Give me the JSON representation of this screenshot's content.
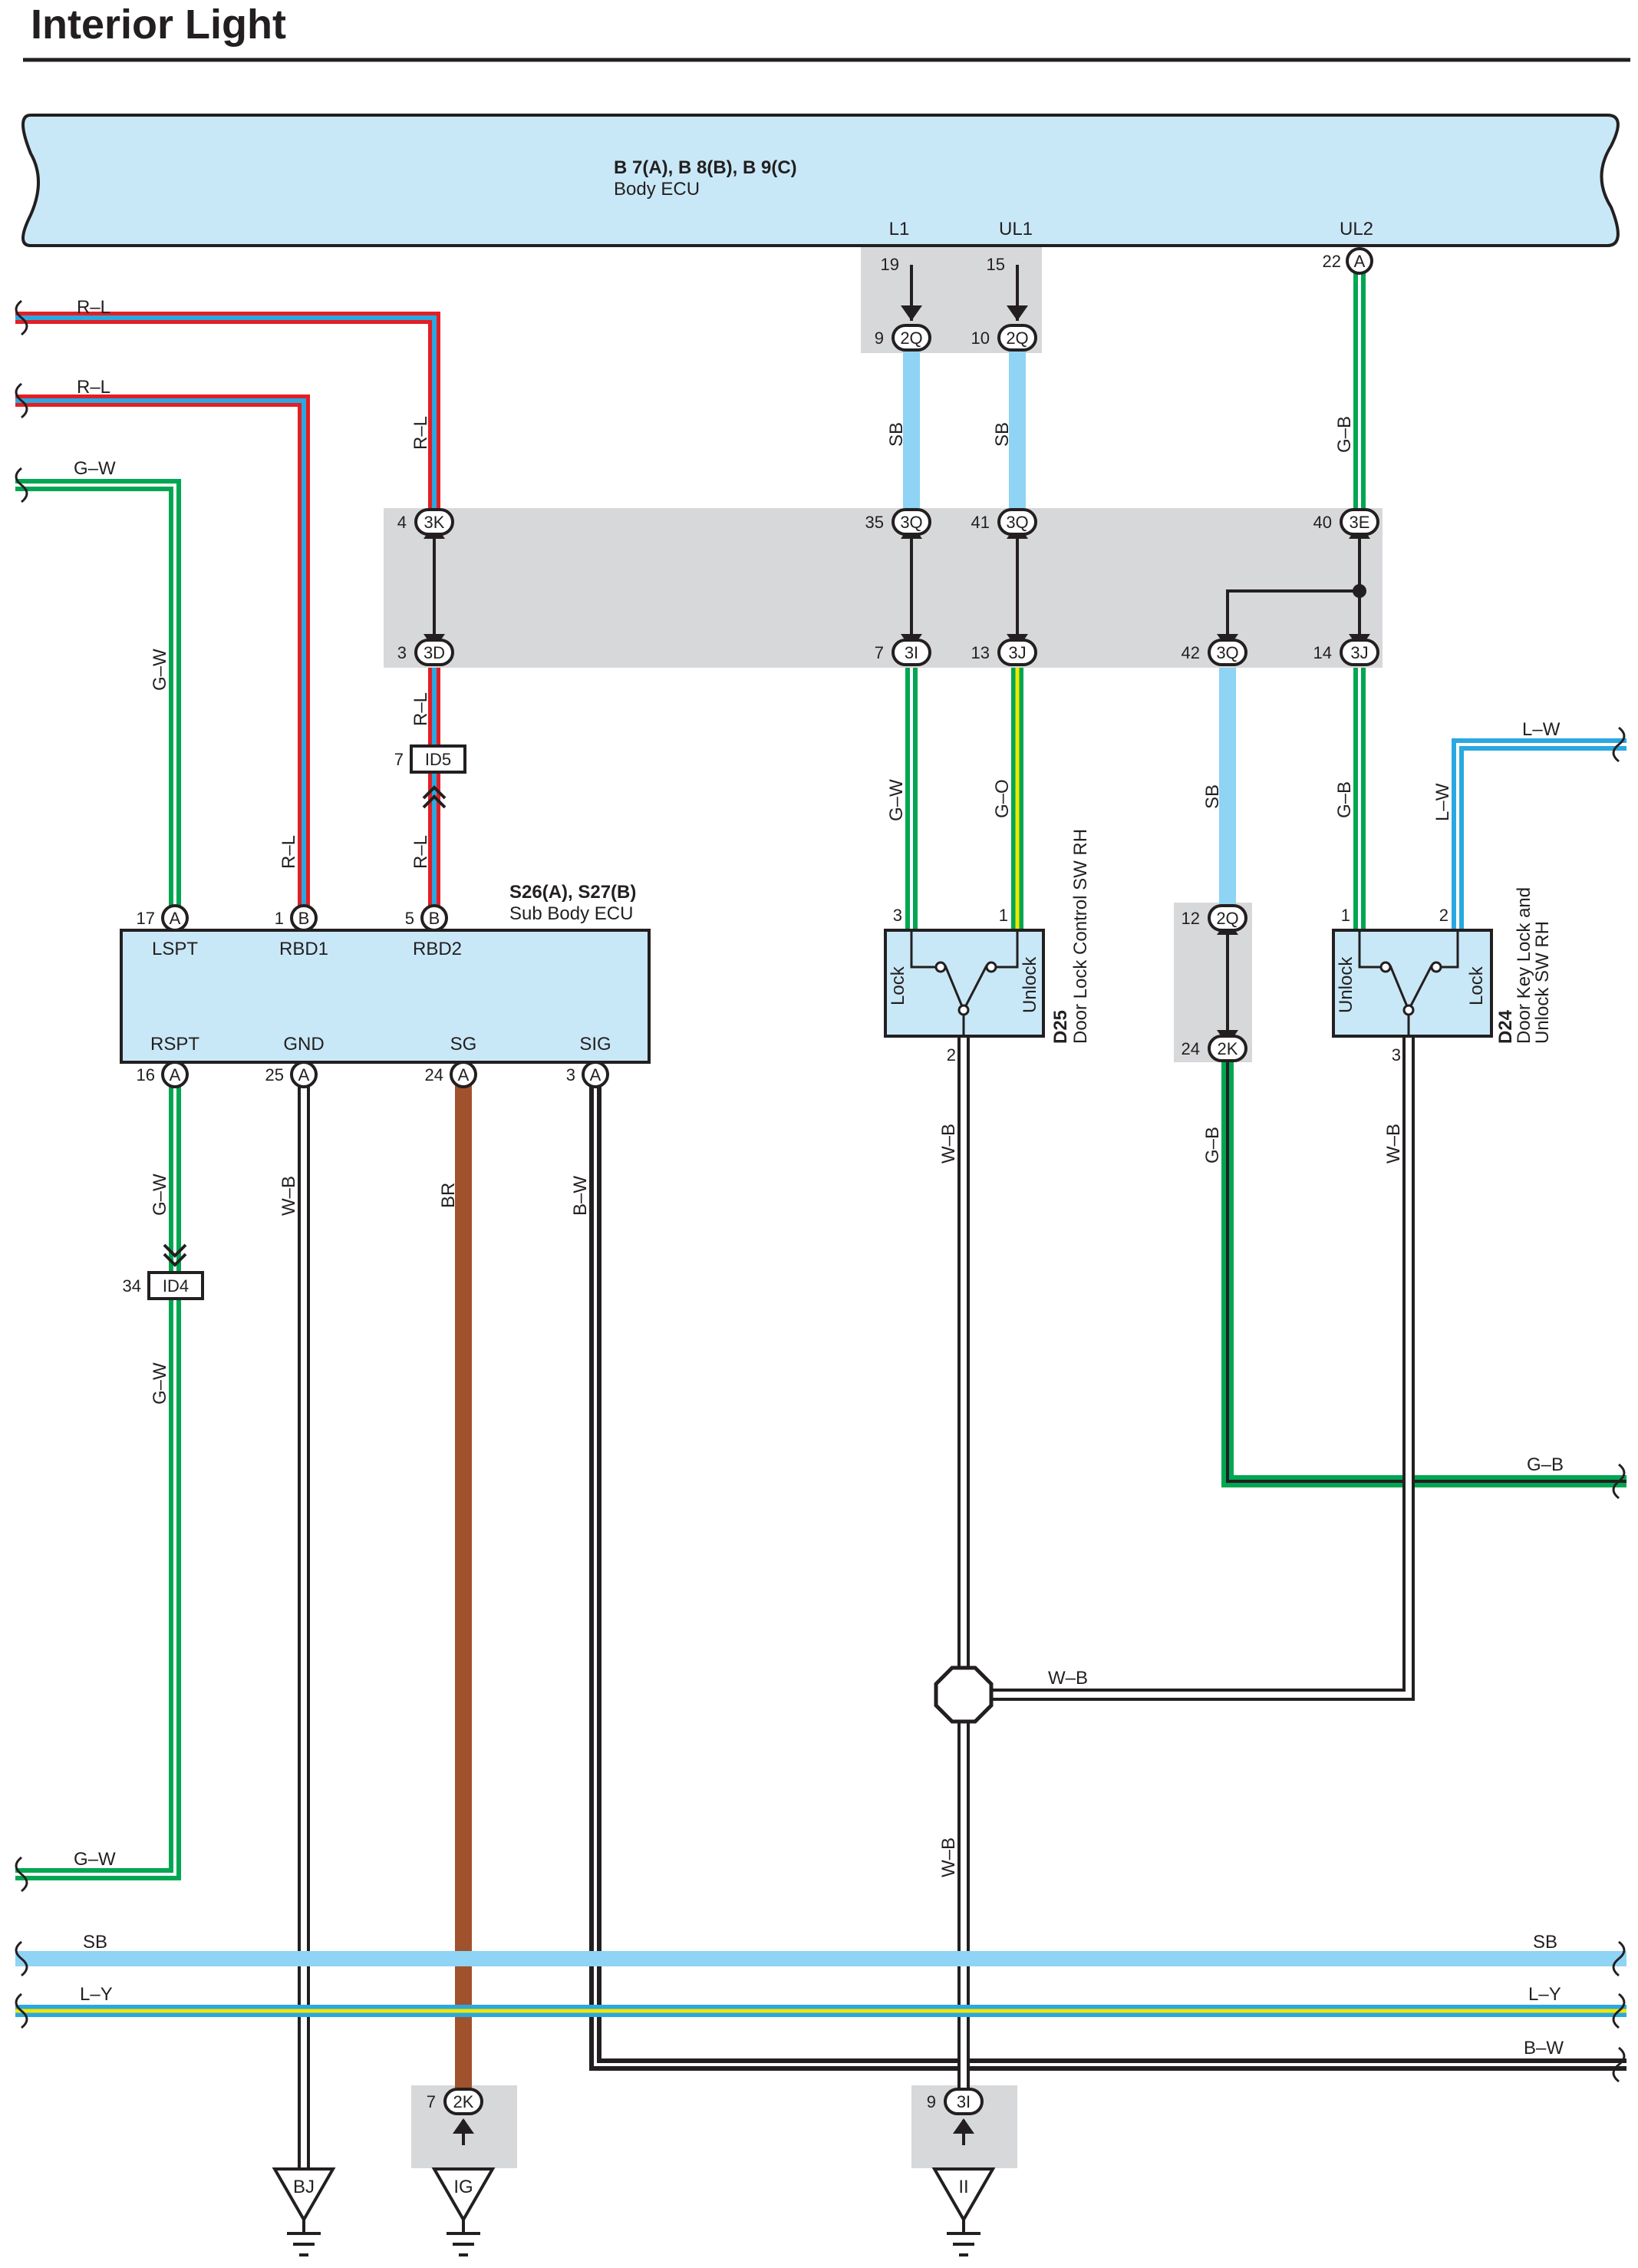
{
  "title": "Interior Light",
  "colors": {
    "R": "#e31e24",
    "L": "#2aa8e0",
    "G": "#00a651",
    "W": "#ffffff",
    "B": "#231f20",
    "SB": "#8fd3f5",
    "BR": "#a0522d",
    "Y": "#f2e600",
    "O": "#f7941d",
    "component": "#c9e8f7",
    "splice": "#d7d8da"
  },
  "components": {
    "body_ecu": {
      "ref": "B 7(A), B 8(B), B 9(C)",
      "name": "Body ECU",
      "terminals": {
        "l1": "L1",
        "ul1": "UL1",
        "ul2": "UL2"
      }
    },
    "sub_body_ecu": {
      "ref": "S26(A), S27(B)",
      "name": "Sub Body ECU",
      "terminals": {
        "lspt": "LSPT",
        "rbd1": "RBD1",
        "rbd2": "RBD2",
        "rspt": "RSPT",
        "gnd": "GND",
        "sg": "SG",
        "sig": "SIG"
      }
    },
    "d25": {
      "ref": "D25",
      "name": "Door Lock Control SW RH",
      "lock": "Lock",
      "unlock": "Unlock"
    },
    "d24": {
      "ref": "D24",
      "name_line1": "Door Key Lock and",
      "name_line2": "Unlock SW RH",
      "lock": "Lock",
      "unlock": "Unlock"
    }
  },
  "connectors": {
    "c2q_a": {
      "code": "2Q",
      "pin": "9"
    },
    "c2q_b": {
      "code": "2Q",
      "pin": "10"
    },
    "c_a_top": {
      "code": "A",
      "pin": "22"
    },
    "c3k": {
      "code": "3K",
      "pin": "4"
    },
    "c3q_a": {
      "code": "3Q",
      "pin": "35"
    },
    "c3q_b": {
      "code": "3Q",
      "pin": "41"
    },
    "c3e": {
      "code": "3E",
      "pin": "40"
    },
    "c3d": {
      "code": "3D",
      "pin": "3"
    },
    "c3i_a": {
      "code": "3I",
      "pin": "7"
    },
    "c3j_a": {
      "code": "3J",
      "pin": "13"
    },
    "c3q_c": {
      "code": "3Q",
      "pin": "42"
    },
    "c3j_b": {
      "code": "3J",
      "pin": "14"
    },
    "id5": {
      "code": "ID5",
      "pin": "7"
    },
    "id4": {
      "code": "ID4",
      "pin": "34"
    },
    "s_17": {
      "code": "A",
      "pin": "17"
    },
    "s_1": {
      "code": "B",
      "pin": "1"
    },
    "s_5": {
      "code": "B",
      "pin": "5"
    },
    "s_16": {
      "code": "A",
      "pin": "16"
    },
    "s_25": {
      "code": "A",
      "pin": "25"
    },
    "s_24": {
      "code": "A",
      "pin": "24"
    },
    "s_3": {
      "code": "A",
      "pin": "3"
    },
    "c2q_c": {
      "code": "2Q",
      "pin": "12"
    },
    "c2k_a": {
      "code": "2K",
      "pin": "24"
    },
    "c2k_b": {
      "code": "2K",
      "pin": "7"
    },
    "c3i_b": {
      "code": "3I",
      "pin": "9"
    }
  },
  "pins": {
    "ecu_19": "19",
    "ecu_15": "15",
    "d25_3": "3",
    "d25_1": "1",
    "d25_2": "2",
    "d24_1": "1",
    "d24_2": "2",
    "d24_3": "3"
  },
  "wires": {
    "r_l_1": "R–L",
    "r_l_2": "R–L",
    "g_w_in": "G–W",
    "r_l_v1": "R–L",
    "r_l_v2": "R–L",
    "r_l_v3": "R–L",
    "r_l_v4": "R–L",
    "g_w_v1": "G–W",
    "g_w_v2": "G–W",
    "g_w_v3": "G–W",
    "g_w_out": "G–W",
    "sb_v1": "SB",
    "sb_v2": "SB",
    "g_b_v1": "G–B",
    "g_w_v4": "G–W",
    "g_o_v": "G–O",
    "sb_v3": "SB",
    "g_b_v2": "G–B",
    "l_w_in": "L–W",
    "l_w_v": "L–W",
    "w_b_v1": "W–B",
    "br_v": "BR",
    "b_w_v": "B–W",
    "w_b_v2": "W–B",
    "g_b_v3": "G–B",
    "w_b_v3": "W–B",
    "g_b_out": "G–B",
    "w_b_h": "W–B",
    "w_b_v4": "W–B",
    "sb_bus_l": "SB",
    "sb_bus_r": "SB",
    "l_y_l": "L–Y",
    "l_y_r": "L–Y",
    "b_w_out": "B–W"
  },
  "grounds": {
    "bj": "BJ",
    "ig": "IG",
    "ii": "II"
  }
}
